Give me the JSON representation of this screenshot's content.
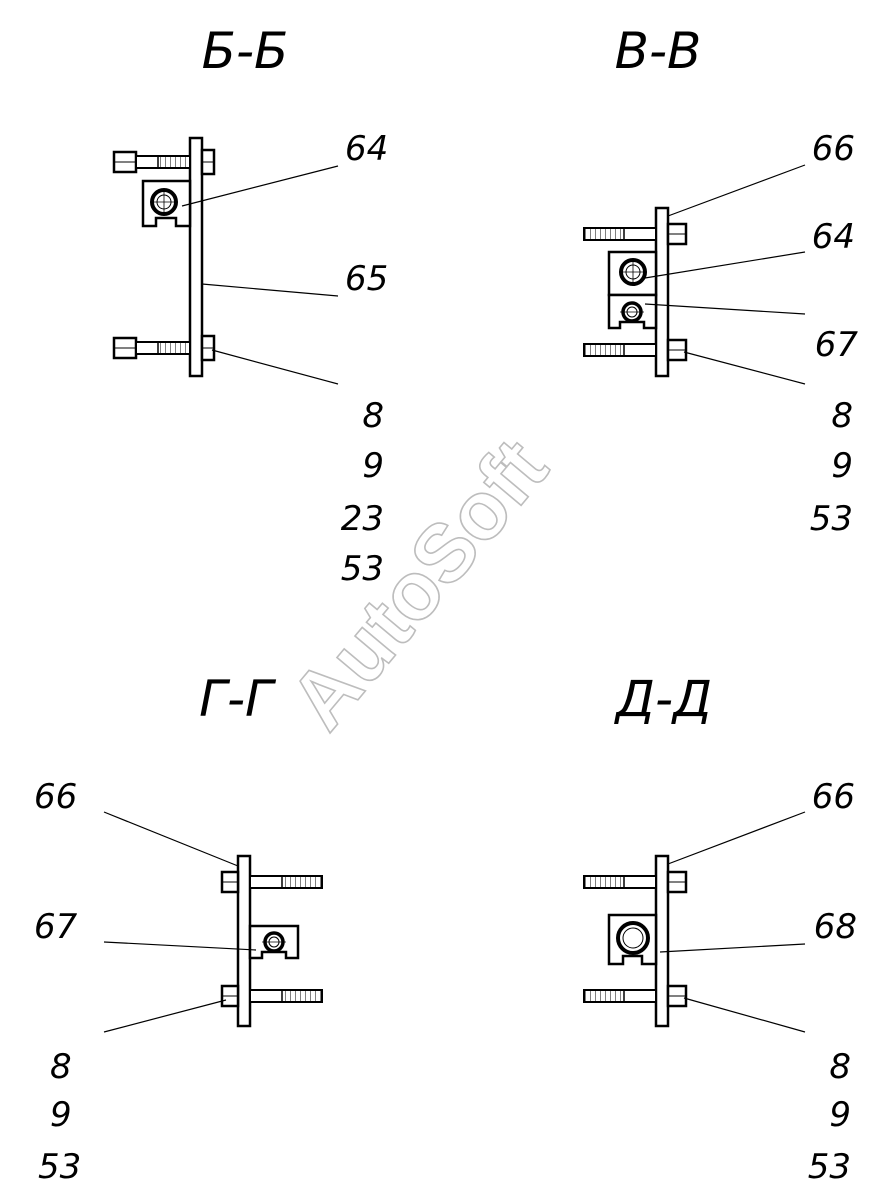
{
  "sections": [
    {
      "title": "Б-Б",
      "callouts": [
        "64",
        "65",
        "8",
        "9",
        "23",
        "53"
      ]
    },
    {
      "title": "В-В",
      "callouts": [
        "66",
        "64",
        "67",
        "8",
        "9",
        "53"
      ]
    },
    {
      "title": "Г-Г",
      "callouts": [
        "66",
        "67",
        "8",
        "9",
        "53"
      ]
    },
    {
      "title": "Д-Д",
      "callouts": [
        "66",
        "68",
        "8",
        "9",
        "53"
      ]
    }
  ],
  "watermark": "AutoSoft"
}
